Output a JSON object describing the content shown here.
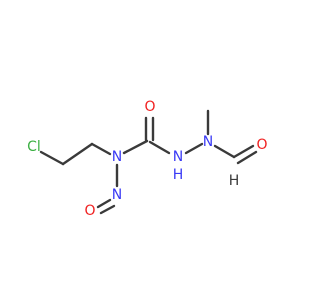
{
  "molecule": {
    "atoms": {
      "cl": {
        "label": "Cl",
        "color": "#3cb043"
      },
      "n_nitroso_amine": {
        "label": "N",
        "color": "#3a3af5"
      },
      "o_carbonyl": {
        "label": "O",
        "color": "#f02020"
      },
      "nh": {
        "label": "N",
        "h_label": "H",
        "color": "#3a3af5"
      },
      "n_methyl": {
        "label": "N",
        "color": "#3a3af5"
      },
      "o_formyl": {
        "label": "O",
        "color": "#f02020"
      },
      "h_formyl": {
        "label": "H",
        "color": "#3a3a3a"
      },
      "n_nitroso": {
        "label": "N",
        "color": "#3a3af5"
      },
      "o_nitroso": {
        "label": "O",
        "color": "#f02020"
      }
    },
    "bond_color": "#3a3a3a"
  }
}
